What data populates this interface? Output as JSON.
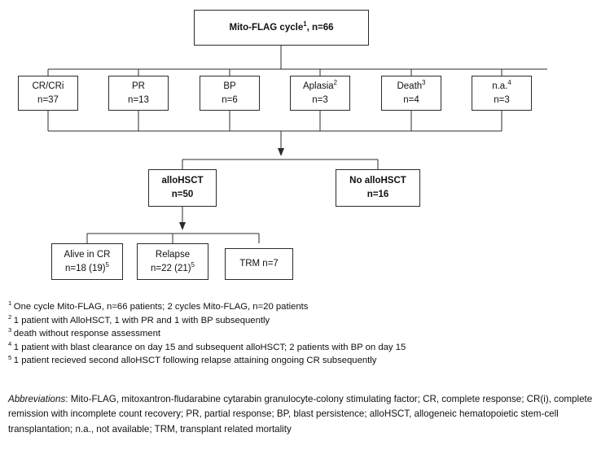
{
  "chart_data": {
    "type": "diagram",
    "title": "Mito-FLAG cycle treatment flow",
    "nodes": [
      {
        "id": "root",
        "label": "Mito-FLAG cycle",
        "sup": "1",
        "count": "n=66",
        "tier": 0
      },
      {
        "id": "crcri",
        "label": "CR/CRi",
        "sup": "",
        "count": "n=37",
        "tier": 1
      },
      {
        "id": "pr",
        "label": "PR",
        "sup": "",
        "count": "n=13",
        "tier": 1
      },
      {
        "id": "bp",
        "label": "BP",
        "sup": "",
        "count": "n=6",
        "tier": 1
      },
      {
        "id": "aplasia",
        "label": "Aplasia",
        "sup": "2",
        "count": "n=3",
        "tier": 1
      },
      {
        "id": "death",
        "label": "Death",
        "sup": "3",
        "count": "n=4",
        "tier": 1
      },
      {
        "id": "na",
        "label": "n.a.",
        "sup": "4",
        "count": "n=3",
        "tier": 1
      },
      {
        "id": "allohsct",
        "label": "alloHSCT",
        "sup": "",
        "count": "n=50",
        "tier": 2
      },
      {
        "id": "noallohsct",
        "label": "No alloHSCT",
        "sup": "",
        "count": "n=16",
        "tier": 2
      },
      {
        "id": "alive",
        "label": "Alive in CR",
        "sup": "",
        "count": "n=18 (19)",
        "count_sup": "5",
        "tier": 3
      },
      {
        "id": "relapse",
        "label": "Relapse",
        "sup": "",
        "count": "n=22 (21)",
        "count_sup": "5",
        "tier": 3
      },
      {
        "id": "trm",
        "label": "TRM n=7",
        "sup": "",
        "count": "",
        "tier": 3
      }
    ]
  },
  "flow": {
    "root": {
      "label": "Mito-FLAG cycle",
      "sup": "1",
      "count": ", n=66"
    },
    "tier1": [
      {
        "label": "CR/CRi",
        "sup": "",
        "count": "n=37"
      },
      {
        "label": "PR",
        "sup": "",
        "count": "n=13"
      },
      {
        "label": "BP",
        "sup": "",
        "count": "n=6"
      },
      {
        "label": "Aplasia",
        "sup": "2",
        "count": "n=3"
      },
      {
        "label": "Death",
        "sup": "3",
        "count": "n=4"
      },
      {
        "label": "n.a.",
        "sup": "4",
        "count": "n=3"
      }
    ],
    "tier2": [
      {
        "label": "alloHSCT",
        "count": "n=50"
      },
      {
        "label": "No alloHSCT",
        "count": "n=16"
      }
    ],
    "tier3": [
      {
        "label": "Alive in CR",
        "count": "n=18 (19)",
        "count_sup": "5"
      },
      {
        "label": "Relapse",
        "count": "n=22 (21)",
        "count_sup": "5"
      },
      {
        "label": "TRM n=7",
        "count": "",
        "count_sup": ""
      }
    ]
  },
  "footnotes": [
    {
      "marker": "1",
      "text": "One cycle Mito-FLAG, n=66 patients; 2 cycles Mito-FLAG, n=20 patients"
    },
    {
      "marker": "2",
      "text": "1 patient with AlloHSCT, 1 with PR and 1 with BP subsequently"
    },
    {
      "marker": "3",
      "text": "death without response assessment"
    },
    {
      "marker": "4",
      "text": "1 patient with blast clearance on day 15 and subsequent alloHSCT; 2 patients with BP on day 15"
    },
    {
      "marker": "5",
      "text": "1 patient recieved second alloHSCT following relapse attaining ongoing CR subsequently"
    }
  ],
  "abbreviations": {
    "title": "Abbreviations",
    "body": ": Mito-FLAG, mitoxantron-fludarabine cytarabin granulocyte-colony stimulating factor; CR, complete response; CR(i), complete remission with incomplete count recovery; PR, partial response; BP, blast persistence; alloHSCT, allogeneic hematopoietic stem-cell transplantation; n.a., not available; TRM, transplant related mortality"
  },
  "colors": {
    "line": "#2b2b2b",
    "text": "#111111",
    "background": "#ffffff"
  }
}
